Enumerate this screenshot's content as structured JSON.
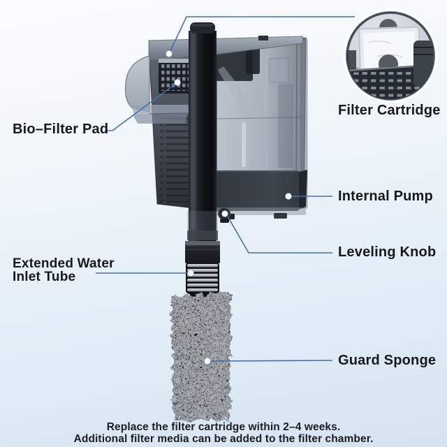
{
  "callouts": {
    "bio_filter_pad": "Bio–Filter Pad",
    "filter_cartridge": "Filter Cartridge",
    "internal_pump": "Internal Pump",
    "leveling_knob": "Leveling Knob",
    "extended_water_inlet_tube": {
      "line1": "Extended Water",
      "line2": "Inlet Tube"
    },
    "guard_sponge": "Guard Sponge"
  },
  "caption": {
    "line1": "Replace the filter cartridge within 2–4 weeks.",
    "line2": "Additional filter media can be added to the filter chamber."
  },
  "colors": {
    "leader_line": "#4470ab",
    "callout_dot": "#ffffff",
    "label_text": "#17181a",
    "background_top": "#fbfdff",
    "background_bottom": "#d5e3f2",
    "product_dark": "#16181d",
    "sponge_black": "#0a0b0d"
  }
}
